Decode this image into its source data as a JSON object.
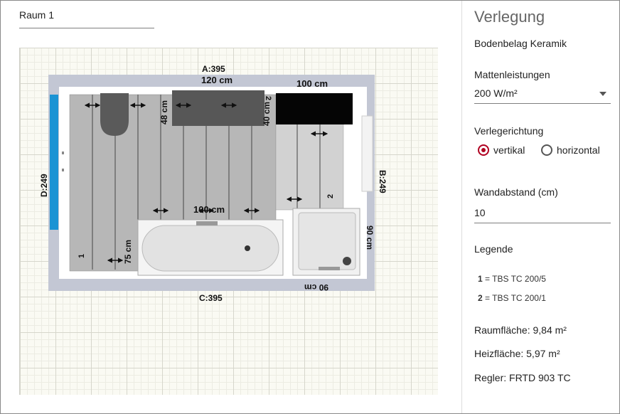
{
  "room": {
    "name": "Raum 1"
  },
  "plan": {
    "wall_top": "A:395",
    "wall_right": "B:249",
    "wall_bottom": "C:395",
    "wall_left": "D:249",
    "dim_120": "120 cm",
    "dim_100_top": "100 cm",
    "dim_48": "48 cm",
    "dim_40": "40 cm",
    "dim_100_mid": "100 cm",
    "dim_75": "75 cm",
    "dim_90_right": "90 cm",
    "dim_90_bottom": "90 cm",
    "mat_1": "1",
    "mat_2": "2",
    "mat_2b": "2",
    "colors": {
      "wall": "#c3c7d4",
      "window": "#1a93d4",
      "mat": "#b7b7b7",
      "dark": "#575757",
      "black": "#050505"
    }
  },
  "panel": {
    "title": "Verlegung",
    "floor_covering": "Bodenbelag Keramik",
    "mat_power_label": "Mattenleistungen",
    "mat_power_value": "200 W/m²",
    "direction_label": "Verlegerichtung",
    "option_vertical": "vertikal",
    "option_horizontal": "horizontal",
    "selected_direction": "vertikal",
    "wall_distance_label": "Wandabstand (cm)",
    "wall_distance_value": "10",
    "legend_label": "Legende",
    "legend": [
      {
        "num": "1",
        "text": " = TBS TC 200/5"
      },
      {
        "num": "2",
        "text": " = TBS TC 200/1"
      }
    ],
    "room_area": "Raumfläche: 9,84 m²",
    "heated_area": "Heizfläche: 5,97 m²",
    "controller": "Regler: FRTD 903 TC"
  }
}
